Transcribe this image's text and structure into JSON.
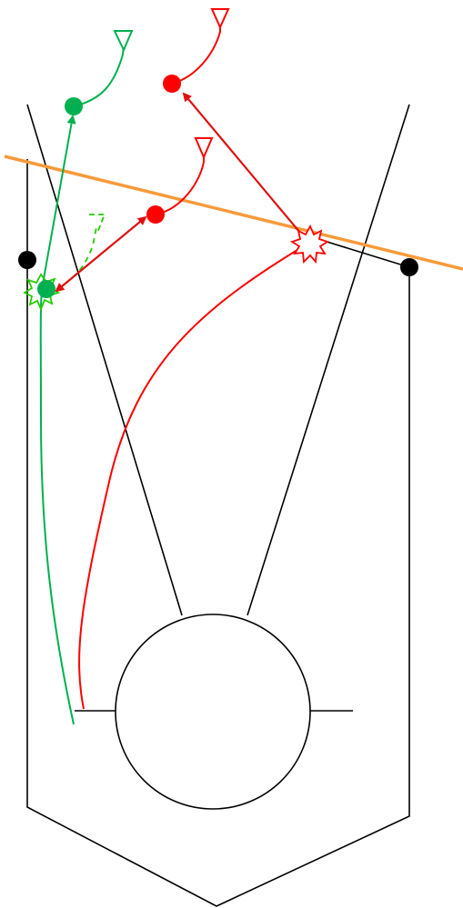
{
  "colors": {
    "background": "#ffffff",
    "structure": "#000000",
    "green_track": "#00b050",
    "green_burst": "#22cc00",
    "red_track": "#ff0000",
    "red_arrow": "#dd1111",
    "boundary_line": "#f79a3a",
    "black_marker": "#000000"
  },
  "elements": {
    "detector_frame": {
      "shape": "pentagon-outline"
    },
    "central_circle": {
      "shape": "circle"
    },
    "converging_lines": {
      "count": 2
    },
    "circle_stubs": {
      "count": 2
    },
    "orange_line": {
      "shape": "straight-line"
    },
    "black_markers": {
      "count": 2,
      "icon": "filled-circle"
    },
    "green_track": {
      "icon": "burst-icon",
      "end_icon": "filled-circle",
      "tail_icon": "triangle-outline"
    },
    "green_dashed_branch": {
      "icon": "dashed-triangle-outline"
    },
    "red_track": {
      "icon": "burst-icon",
      "end_icon": "filled-circle",
      "tail_icon": "triangle-outline"
    },
    "red_double_arrow": {
      "icon": "double-arrow",
      "end_icon": "filled-circle",
      "tail_icon": "triangle-outline"
    }
  }
}
